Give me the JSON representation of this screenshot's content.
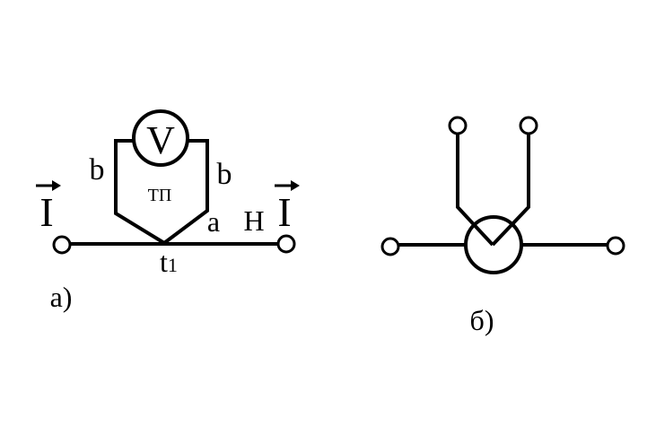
{
  "diagram_a": {
    "caption": "а)",
    "voltmeter_symbol": "V",
    "thermocouple_label": "ТП",
    "left_wire_label": "b",
    "right_wire_label": "b",
    "junction_branch_label": "a",
    "right_segment_label": "Н",
    "junction_label_main": "t",
    "junction_label_sub": "1",
    "current_left": "I",
    "current_right": "I"
  },
  "diagram_b": {
    "caption": "б)"
  }
}
